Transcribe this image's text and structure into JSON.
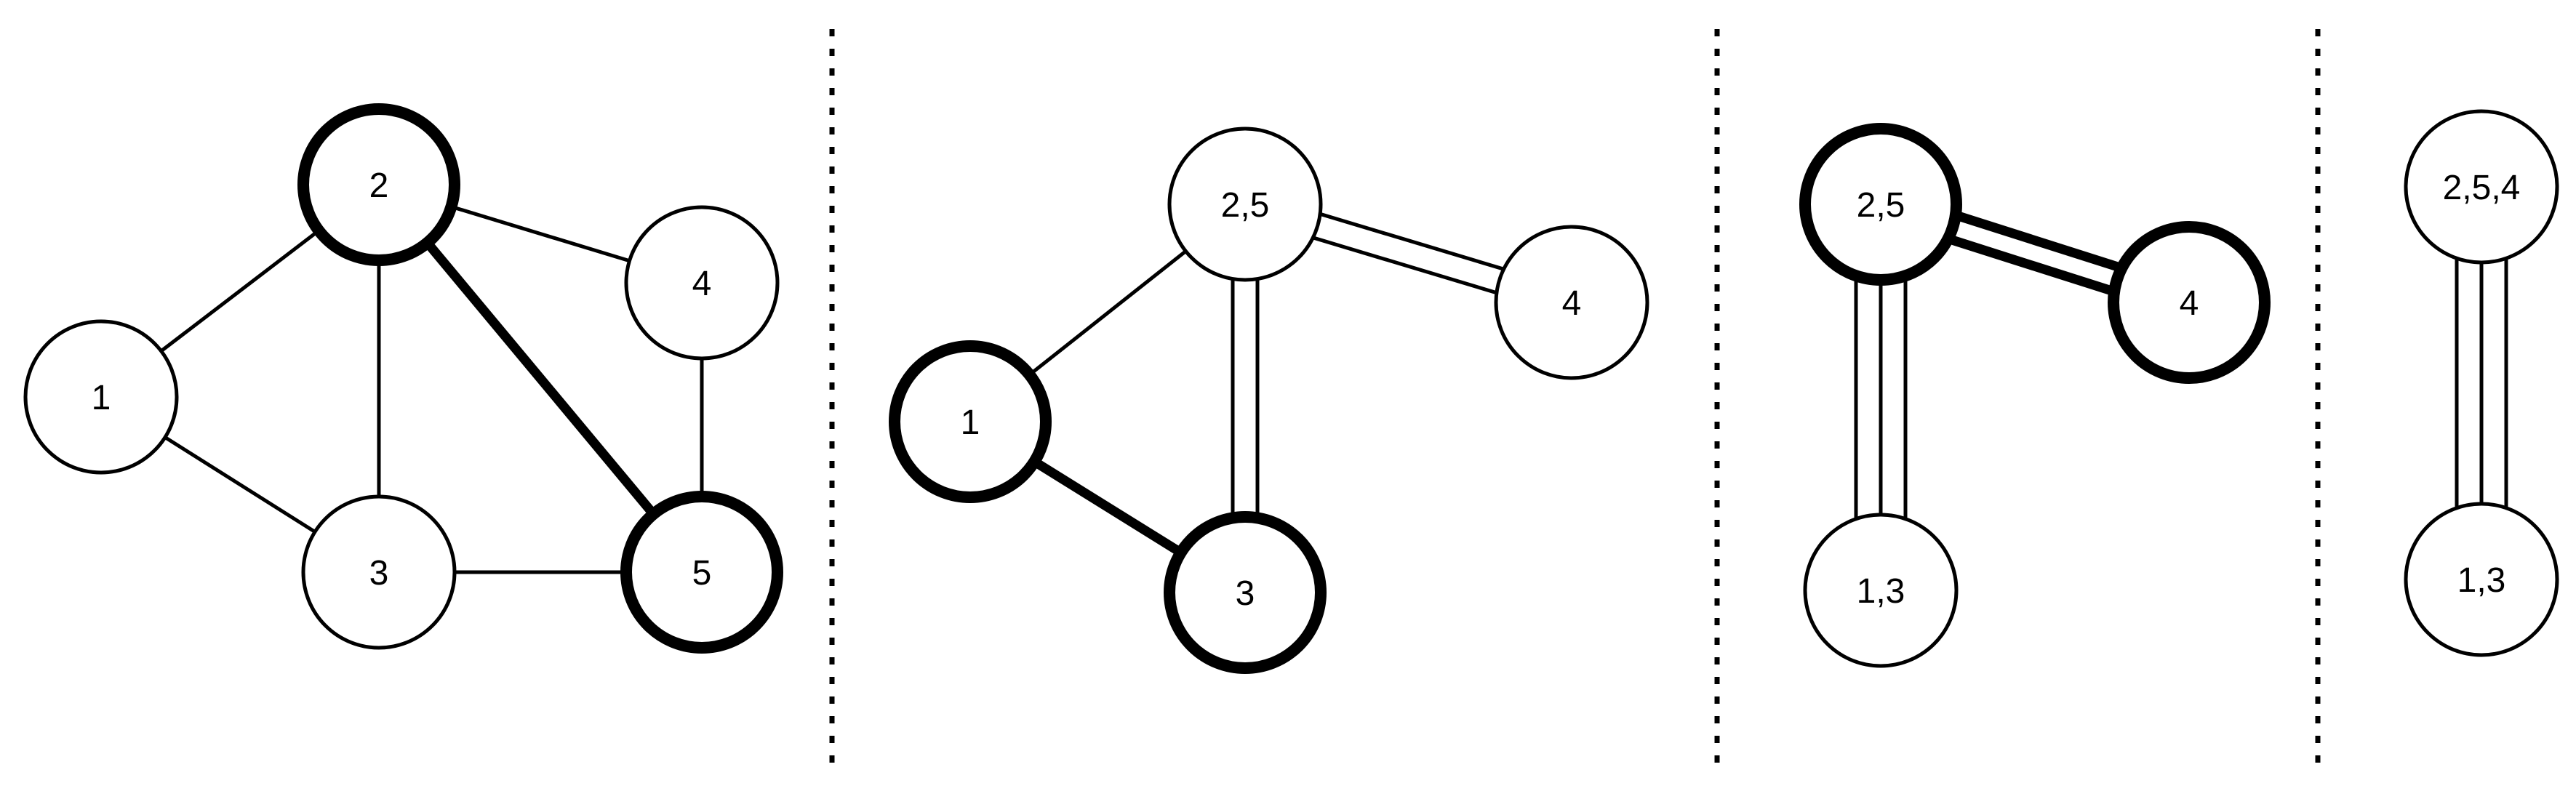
{
  "panels": [
    {
      "nodes": [
        {
          "id": "1",
          "label": "1",
          "highlighted": false
        },
        {
          "id": "2",
          "label": "2",
          "highlighted": true
        },
        {
          "id": "3",
          "label": "3",
          "highlighted": false
        },
        {
          "id": "4",
          "label": "4",
          "highlighted": false
        },
        {
          "id": "5",
          "label": "5",
          "highlighted": true
        }
      ],
      "edges": [
        {
          "from": "1",
          "to": "2",
          "count": 1,
          "highlighted": false
        },
        {
          "from": "1",
          "to": "3",
          "count": 1,
          "highlighted": false
        },
        {
          "from": "2",
          "to": "3",
          "count": 1,
          "highlighted": false
        },
        {
          "from": "2",
          "to": "4",
          "count": 1,
          "highlighted": false
        },
        {
          "from": "2",
          "to": "5",
          "count": 1,
          "highlighted": true
        },
        {
          "from": "3",
          "to": "5",
          "count": 1,
          "highlighted": false
        },
        {
          "from": "4",
          "to": "5",
          "count": 1,
          "highlighted": false
        }
      ]
    },
    {
      "nodes": [
        {
          "id": "25",
          "label": "2,5",
          "highlighted": false
        },
        {
          "id": "4",
          "label": "4",
          "highlighted": false
        },
        {
          "id": "1",
          "label": "1",
          "highlighted": true
        },
        {
          "id": "3",
          "label": "3",
          "highlighted": true
        }
      ],
      "edges": [
        {
          "from": "25",
          "to": "4",
          "count": 2,
          "highlighted": false
        },
        {
          "from": "25",
          "to": "1",
          "count": 1,
          "highlighted": false
        },
        {
          "from": "25",
          "to": "3",
          "count": 2,
          "highlighted": false
        },
        {
          "from": "1",
          "to": "3",
          "count": 1,
          "highlighted": true
        }
      ]
    },
    {
      "nodes": [
        {
          "id": "25",
          "label": "2,5",
          "highlighted": true
        },
        {
          "id": "4",
          "label": "4",
          "highlighted": true
        },
        {
          "id": "13",
          "label": "1,3",
          "highlighted": false
        }
      ],
      "edges": [
        {
          "from": "25",
          "to": "4",
          "count": 2,
          "highlighted": true
        },
        {
          "from": "25",
          "to": "13",
          "count": 3,
          "highlighted": false
        }
      ]
    },
    {
      "nodes": [
        {
          "id": "254",
          "label": "2,5,4",
          "highlighted": false
        },
        {
          "id": "13",
          "label": "1,3",
          "highlighted": false
        }
      ],
      "edges": [
        {
          "from": "254",
          "to": "13",
          "count": 3,
          "highlighted": false
        }
      ]
    }
  ]
}
